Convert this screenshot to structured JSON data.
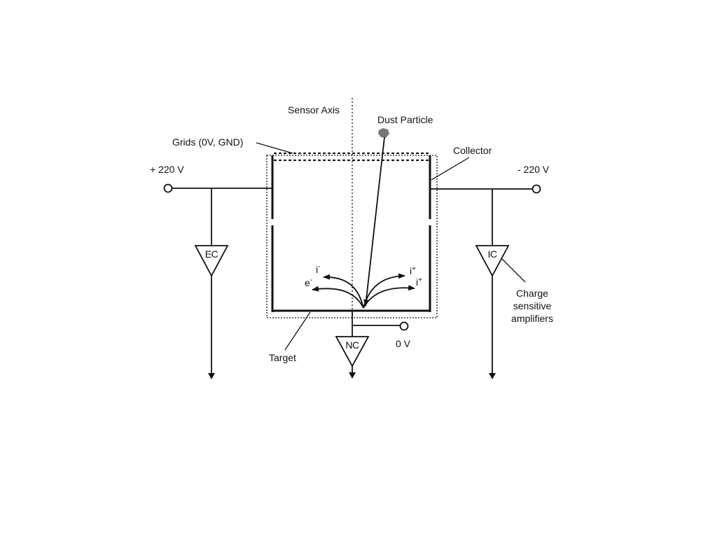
{
  "labels": {
    "sensor_axis": "Sensor Axis",
    "dust_particle": "Dust Particle",
    "grids": "Grids (0V, GND)",
    "collector": "Collector",
    "plus_voltage": "+ 220 V",
    "minus_voltage": "- 220 V",
    "target": "Target",
    "zero_voltage": "0 V",
    "charge_amp_line1": "Charge",
    "charge_amp_line2": "sensitive",
    "charge_amp_line3": "amplifiers"
  },
  "amplifiers": {
    "ec": "EC",
    "ic": "IC",
    "nc": "NC"
  },
  "charges": {
    "ion_neg_base": "i",
    "ion_neg_sup": "-",
    "electron_base": "e",
    "electron_sup": "-",
    "ion_pos_upper_base": "i",
    "ion_pos_upper_sup": "+",
    "ion_pos_lower_base": "i",
    "ion_pos_lower_sup": "+"
  },
  "colors": {
    "line": "#111111",
    "dust": "#777777"
  }
}
